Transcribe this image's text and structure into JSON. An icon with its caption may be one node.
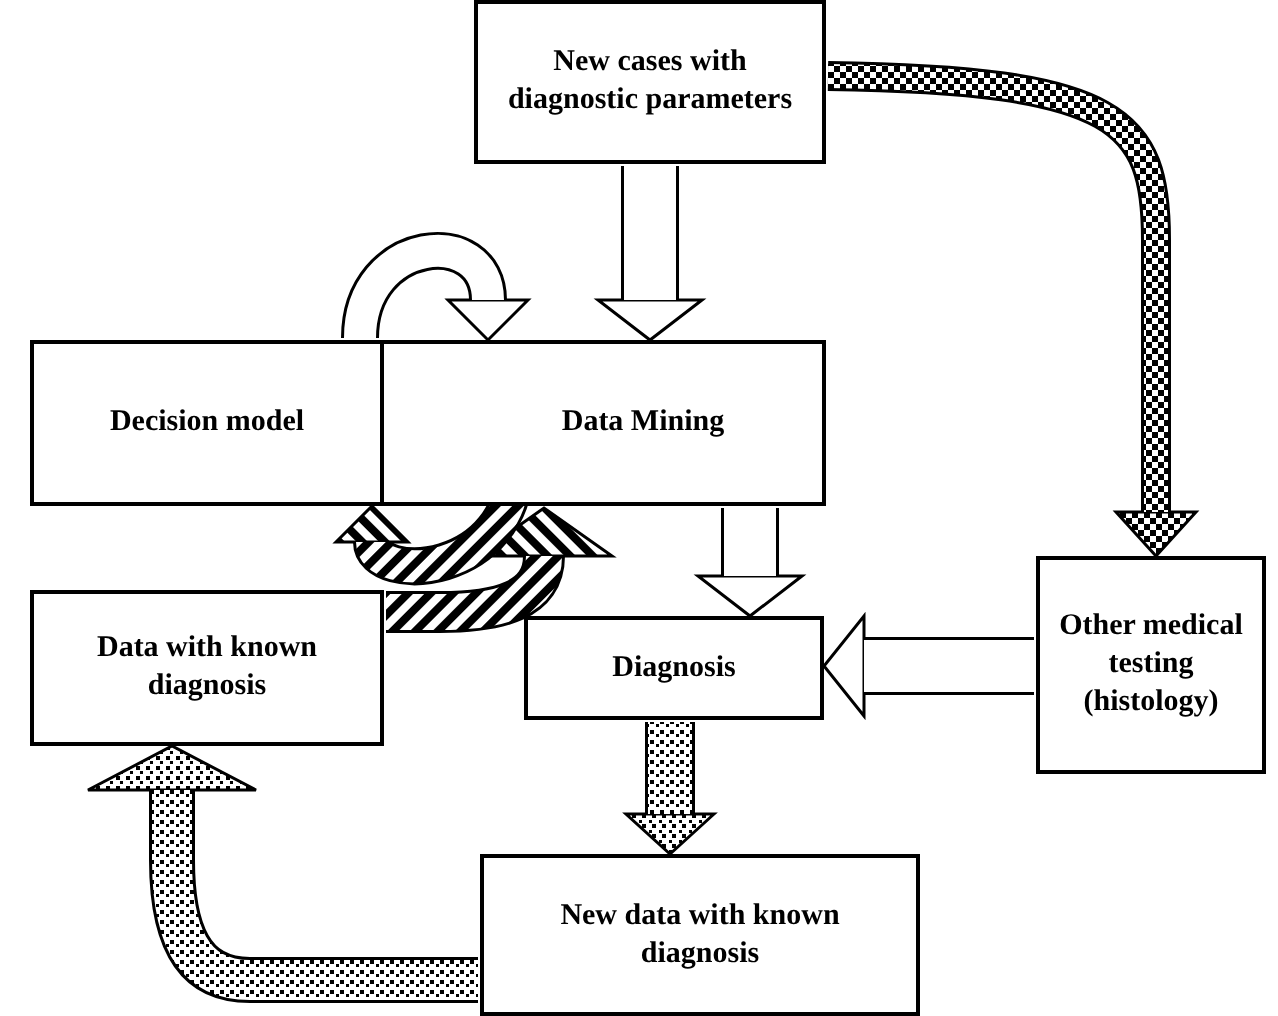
{
  "diagram": {
    "nodes": [
      {
        "text": [
          "New cases with diagnostic parameters"
        ]
      },
      {
        "text": [
          "Decision model"
        ]
      },
      {
        "text": [
          "Data Mining"
        ]
      },
      {
        "text": [
          "Data with known diagnosis"
        ]
      },
      {
        "text": [
          "Diagnosis"
        ]
      },
      {
        "text": [
          "Other medical testing (histology)"
        ]
      },
      {
        "text": [
          "New data with known diagnosis"
        ]
      }
    ],
    "edges": [
      {
        "from": 0,
        "to": 2,
        "arrow": "to"
      },
      {
        "from": 0,
        "to": 5,
        "arrow": "to"
      },
      {
        "from": 2,
        "to": 4,
        "arrow": "to"
      },
      {
        "from": 5,
        "to": 4,
        "arrow": "to"
      },
      {
        "from": 4,
        "to": 6,
        "arrow": "to"
      },
      {
        "from": 6,
        "to": 3,
        "arrow": "to"
      },
      {
        "from": 3,
        "to": 2,
        "arrow": "to"
      },
      {
        "from": 1,
        "to": 2,
        "arrow": "to"
      },
      {
        "from": 2,
        "to": 1,
        "arrow": "to"
      }
    ]
  }
}
